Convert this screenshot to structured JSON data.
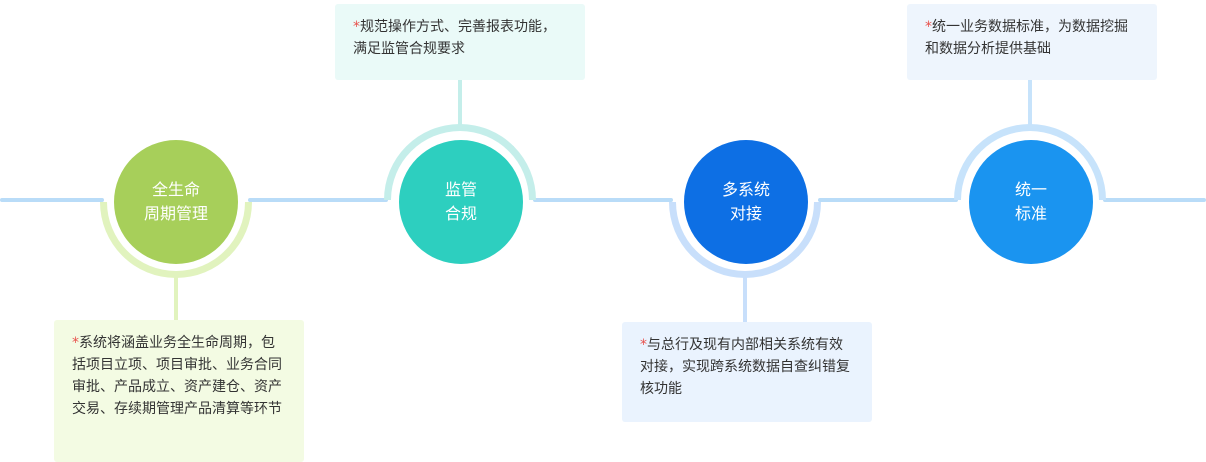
{
  "nodes": [
    {
      "line1": "全生命",
      "line2": "周期管理"
    },
    {
      "line1": "监管",
      "line2": "合规"
    },
    {
      "line1": "多系统",
      "line2": "对接"
    },
    {
      "line1": "统一",
      "line2": "标准"
    }
  ],
  "cards": [
    {
      "star": "*",
      "text": "系统将涵盖业务全生命周期，包括项目立项、项目审批、业务合同审批、产品成立、资产建仓、资产交易、存续期管理产品清算等环节"
    },
    {
      "star": "*",
      "text": "规范操作方式、完善报表功能，满足监管合规要求"
    },
    {
      "star": "*",
      "text": "与总行及现有内部相关系统有效对接，实现跨系统数据自查纠错复核功能"
    },
    {
      "star": "*",
      "text": "统一业务数据标准，为数据挖掘和数据分析提供基础"
    }
  ],
  "colors": {
    "line": "#b9dcf8",
    "node1": "#a7cf5a",
    "node1_ring": "#e1f3be",
    "card1_bg": "#f3fbe3",
    "node2": "#2dcfbf",
    "node2_ring": "#c4eeea",
    "card2_bg": "#eafaf8",
    "node3": "#0d6fe4",
    "node3_ring": "#c8dffb",
    "card3_bg": "#eaf3fe",
    "node4": "#1a94f0",
    "node4_ring": "#c7e3fb",
    "card4_bg": "#eef5fd",
    "star": "#e8514c"
  }
}
